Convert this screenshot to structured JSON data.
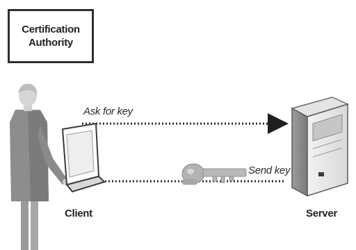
{
  "certificate_authority": {
    "line1": "Certification",
    "line2": "Authority"
  },
  "request_arrow": {
    "label": "Ask for key",
    "direction": "client-to-server"
  },
  "response_arrow": {
    "label": "Send key",
    "direction": "server-to-client"
  },
  "client": {
    "label": "Client"
  },
  "server": {
    "label": "Server"
  },
  "icons": [
    "person-icon",
    "laptop-icon",
    "server-tower-icon",
    "key-icon"
  ],
  "colors": {
    "ink": "#222222",
    "figure_gray": "#8f8f8f",
    "figure_light": "#c9c9c9",
    "key_gray": "#b5b5b5",
    "background": "#ffffff"
  }
}
